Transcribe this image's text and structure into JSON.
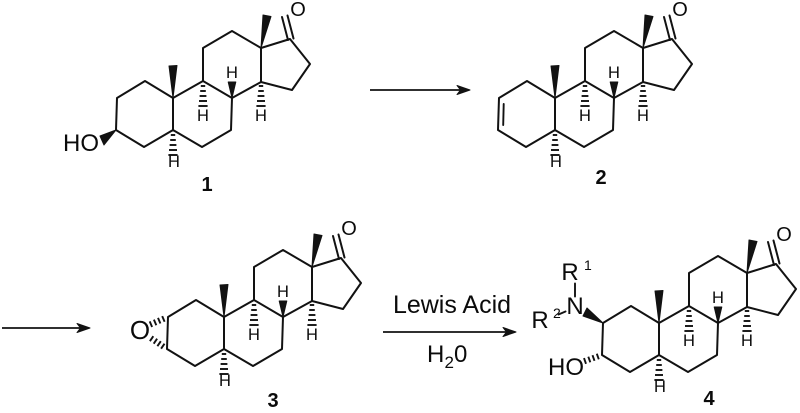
{
  "scheme": {
    "background_color": "#ffffff",
    "ink_color": "#121212",
    "description_not_invented": ""
  },
  "core_labels": {
    "hydrogen": "H",
    "ketone_oxygen": "O"
  },
  "compounds": [
    {
      "number": "1",
      "hydroxyl": "HO"
    },
    {
      "number": "2"
    },
    {
      "number": "3",
      "epoxide_oxygen": "O"
    },
    {
      "number": "4",
      "nitrogen": "N",
      "r_label": "R",
      "r1_sup": "1",
      "r2_sup": "2",
      "hydroxyl": "HO"
    }
  ],
  "reaction": {
    "step3_to_4": {
      "reagent": "Lewis Acid",
      "solvent_h": "H",
      "solvent_sub": "2",
      "solvent_o": "0"
    }
  }
}
